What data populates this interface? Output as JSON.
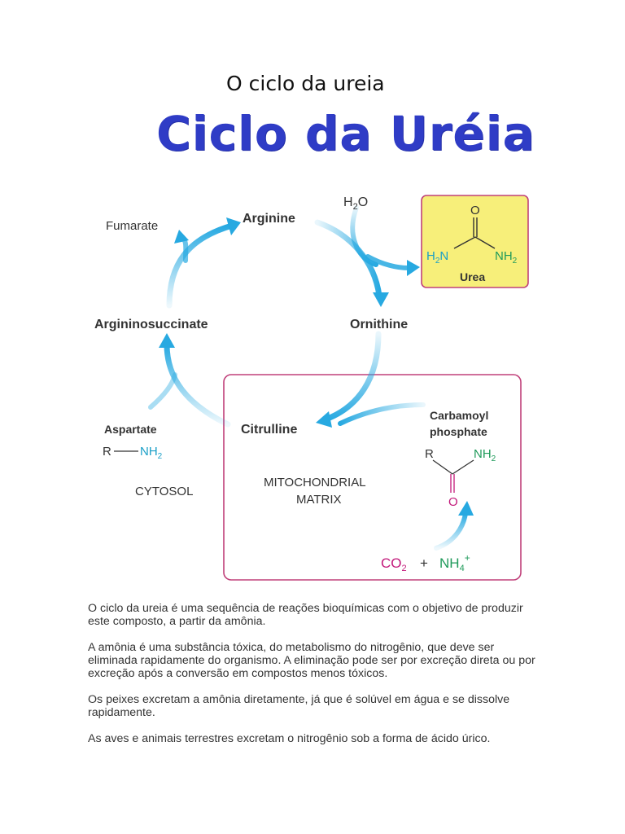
{
  "document": {
    "title": "O ciclo da ureia",
    "image_heading": "Ciclo da Uréia"
  },
  "diagram": {
    "nodes": {
      "arginine": "Arginine",
      "ornithine": "Ornithine",
      "citrulline": "Citrulline",
      "argininosuccinate": "Argininosuccinate",
      "fumarate": "Fumarate",
      "aspartate": "Aspartate",
      "carbamoyl_line1": "Carbamoyl",
      "carbamoyl_line2": "phosphate",
      "urea": "Urea"
    },
    "compartments": {
      "cytosol": "CYTOSOL",
      "mito_line1": "MITOCHONDRIAL",
      "mito_line2": "MATRIX"
    },
    "formula": {
      "water_h": "H",
      "water_sub": "2",
      "water_o": "O",
      "urea_o": "O",
      "urea_h2n_h": "H",
      "urea_h2n_sub": "2",
      "urea_h2n_n": "N",
      "urea_nh2_nh": "NH",
      "urea_nh2_sub": "2",
      "asp_r": "R",
      "asp_nh": "NH",
      "asp_sub": "2",
      "cp_r": "R",
      "cp_nh": "NH",
      "cp_sub": "2",
      "cp_o": "O",
      "co2_co": "CO",
      "co2_sub": "2",
      "plus": "+",
      "nh4_nh": "NH",
      "nh4_sub": "4",
      "nh4_charge": "+"
    },
    "colors": {
      "arrow": "#27a9e1",
      "urea_box_fill": "#f7ef7a",
      "box_border": "#c0407a",
      "nitrogen": "#1a9fc7",
      "oxygen": "#c2187a",
      "green_n": "#1f9a5a"
    }
  },
  "paragraphs": [
    "O ciclo da ureia é uma sequência de reações bioquímicas com o objetivo de produzir este composto, a partir da amônia.",
    "A amônia é uma substância tóxica, do metabolismo do nitrogênio, que deve ser eliminada rapidamente do organismo. A eliminação pode ser por excreção direta ou por excreção após a conversão em compostos menos tóxicos.",
    "Os peixes excretam a amônia diretamente, já que é solúvel em água e se dissolve rapidamente.",
    "As aves e animais terrestres excretam o nitrogênio sob a forma de ácido úrico."
  ]
}
